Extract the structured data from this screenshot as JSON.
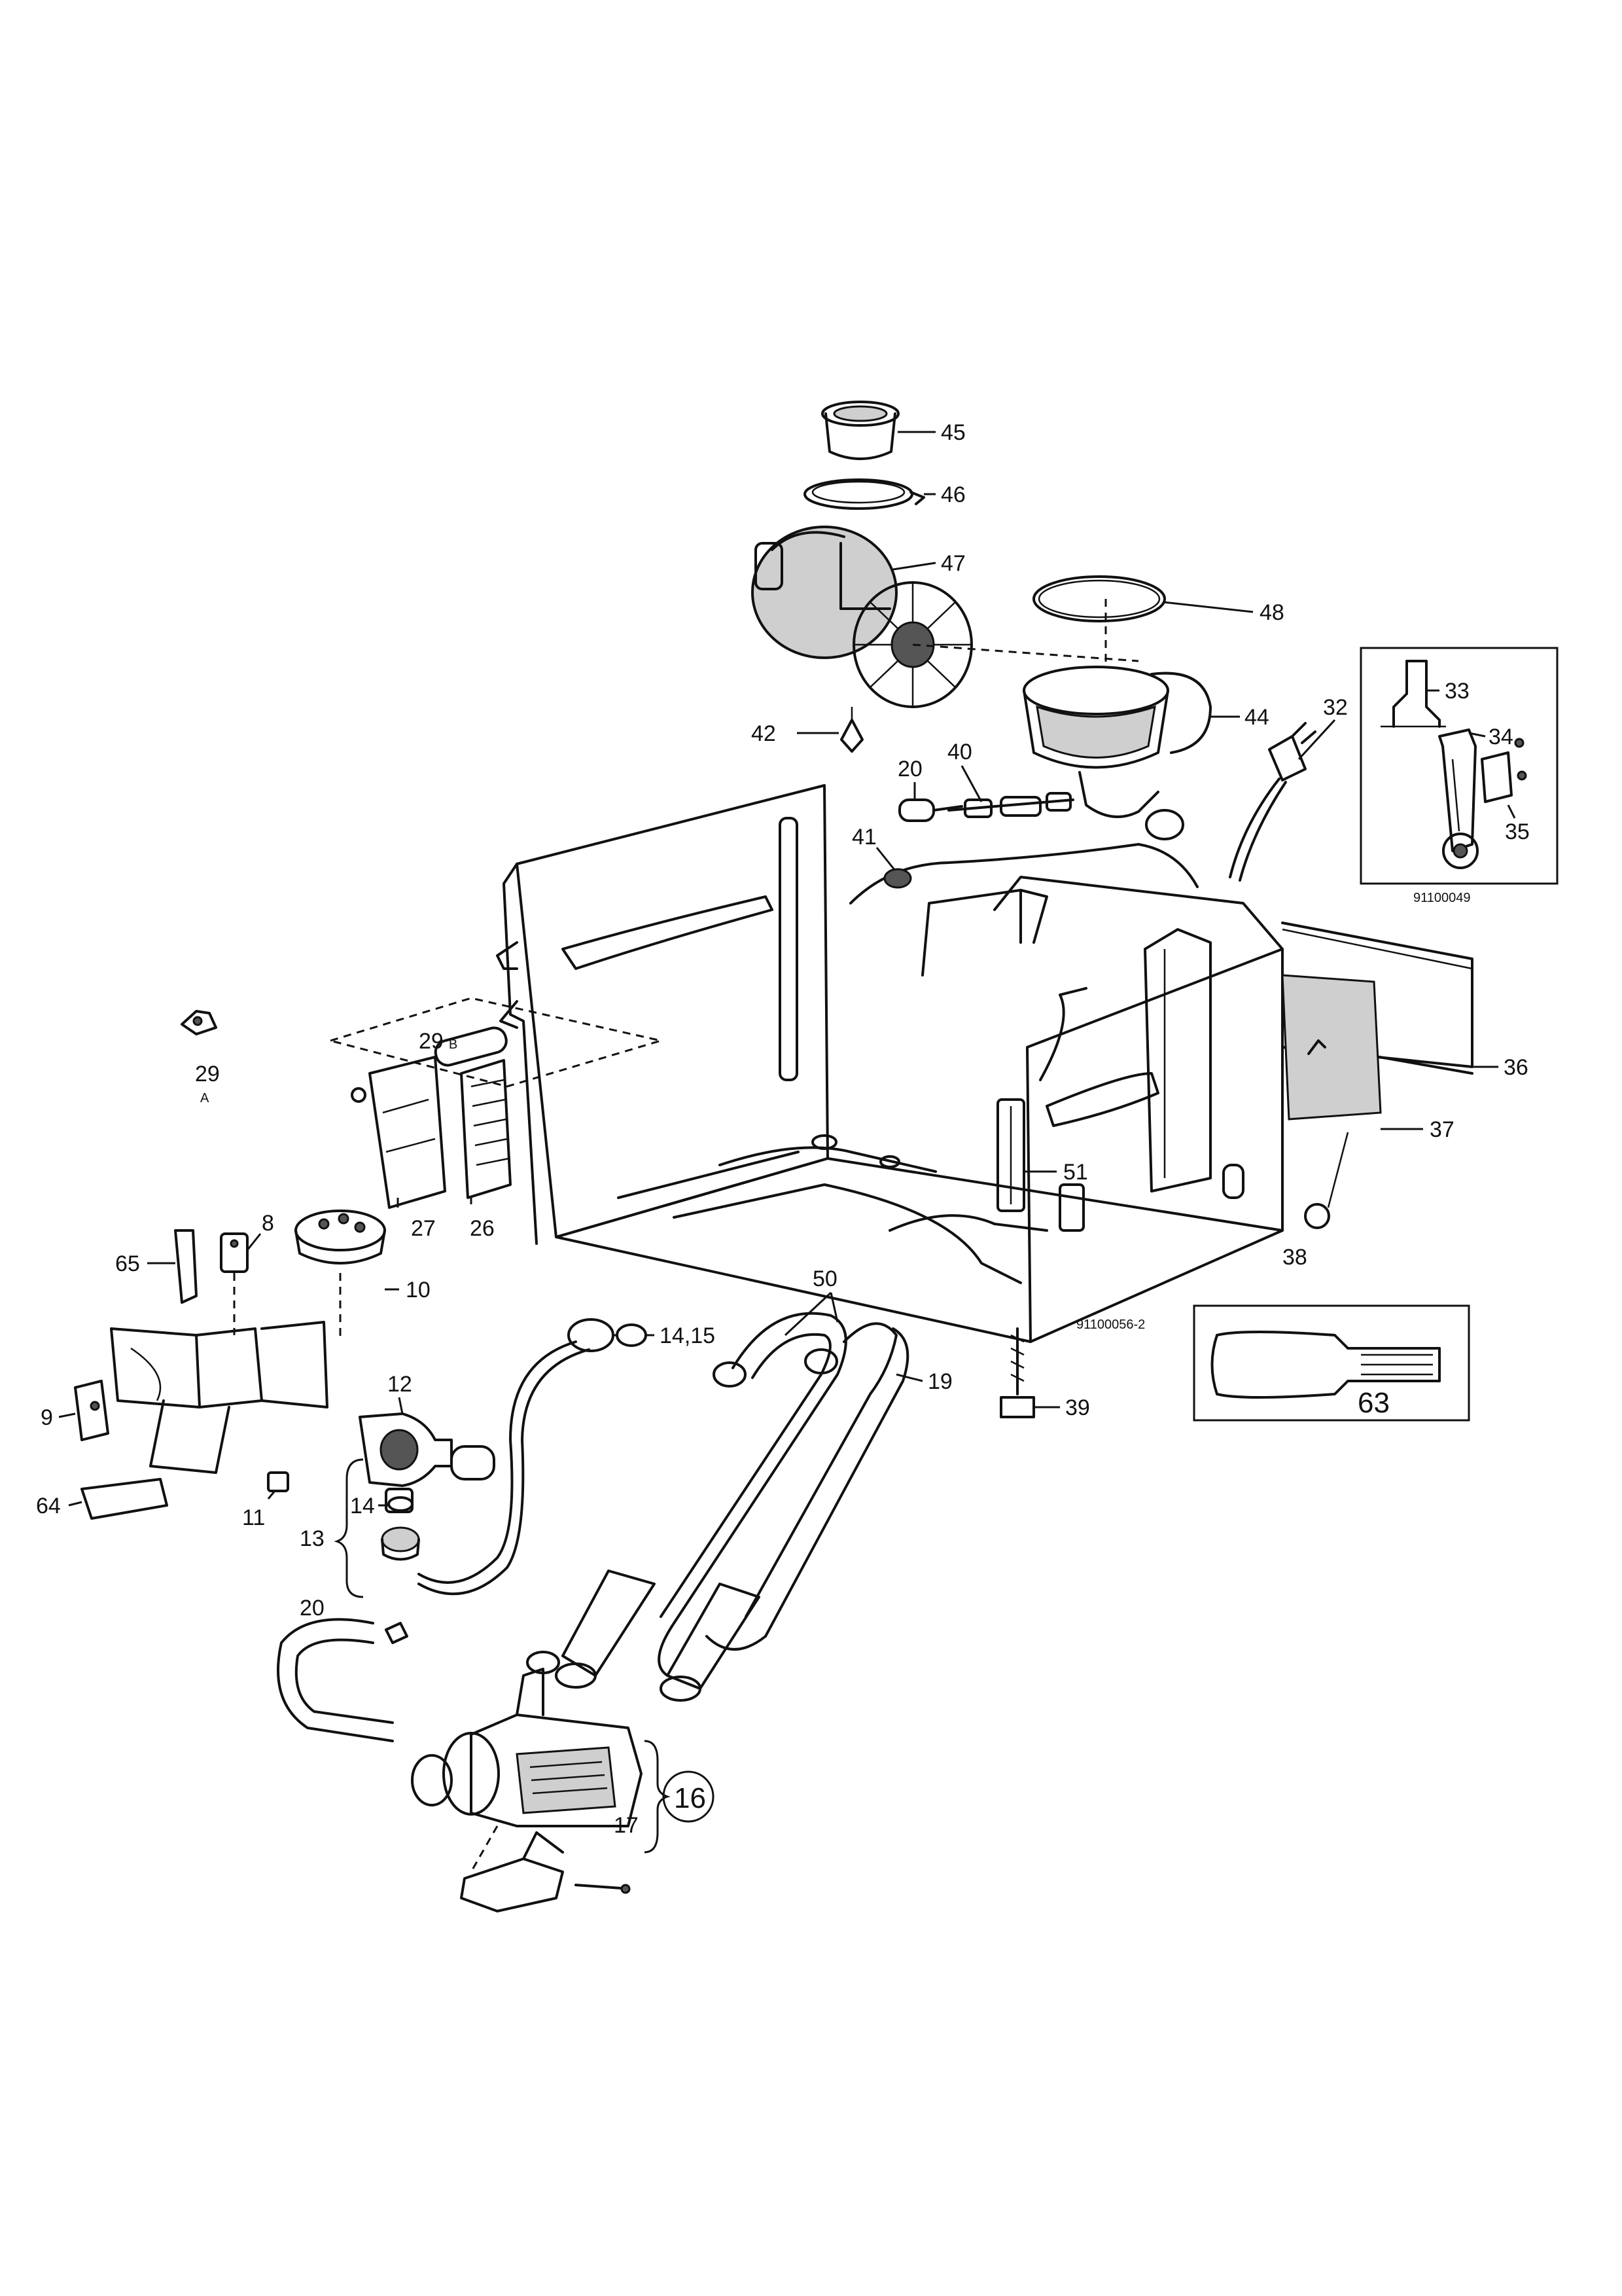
{
  "labels": {
    "l45": "45",
    "l46": "46",
    "l47": "47",
    "l48": "48",
    "l42": "42",
    "l44": "44",
    "l32": "32",
    "l20a": "20",
    "l40": "40",
    "l41": "41",
    "l33": "33",
    "l34": "34",
    "l35": "35",
    "l29b": "29",
    "l29b_suffix": "B",
    "l29a": "29",
    "l29a_suffix": "A",
    "l27": "27",
    "l26": "26",
    "l8": "8",
    "l65": "65",
    "l10": "10",
    "l9": "9",
    "l12": "12",
    "l64": "64",
    "l11": "11",
    "l14a": "14",
    "l13": "13",
    "l1415": "14,15",
    "l50": "50",
    "l19": "19",
    "l51": "51",
    "l36": "36",
    "l37": "37",
    "l38": "38",
    "l39": "39",
    "l63": "63",
    "l20b": "20",
    "l16": "16",
    "l17": "17"
  },
  "reference_codes": {
    "inset_top": "91100049",
    "main": "91100056-2"
  }
}
